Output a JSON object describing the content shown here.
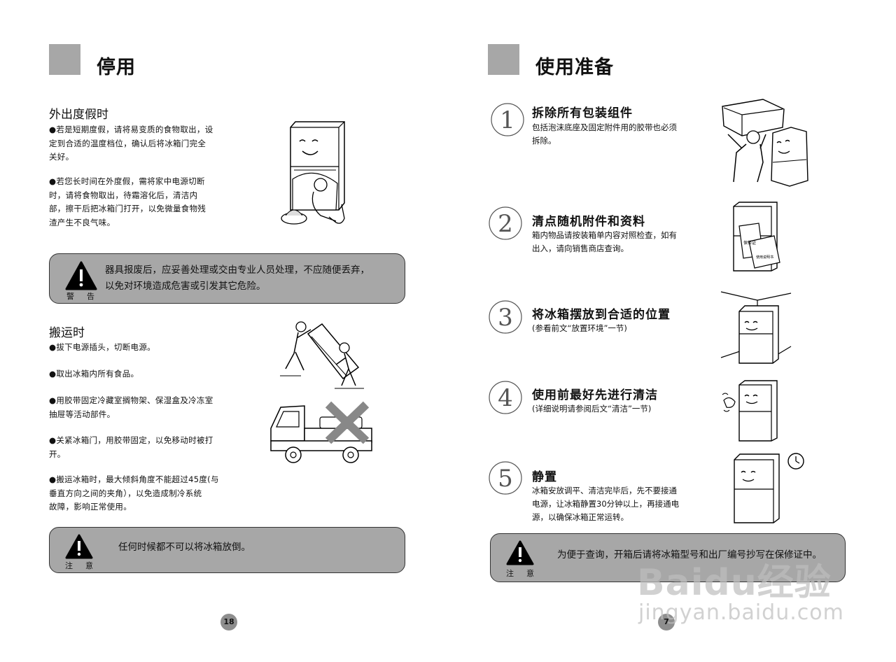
{
  "left": {
    "title": "停用",
    "vacation": {
      "heading": "外出度假时",
      "p1": "●若是短期度假，请将易变质的食物取出，设\n  定到合适的温度档位，确认后将冰箱门完全\n  关好。",
      "p2": "●若您长时间在外度假，需将家中电源切断\n  时，请将食物取出，待霜溶化后，清洁内\n  部，擦干后把冰箱门打开，以免微量食物残\n  渣产生不良气味。"
    },
    "warning": {
      "text": "器具报废后，应妥善处理或交由专业人员处理，不应随便丢弃，\n以免对环境造成危害或引发其它危险。",
      "label": "警告"
    },
    "moving": {
      "heading": "搬运时",
      "items": [
        "●拔下电源插头，切断电源。",
        "●取出冰箱内所有食品。",
        "●用胶带固定冷藏室搁物架、保湿盒及冷冻室\n  抽屉等活动部件。",
        "●关紧冰箱门，用胶带固定，以免移动时被打\n  开。",
        "●搬运冰箱时，最大倾斜角度不能超过45度(与\n  垂直方向之间的夹角），以免造成制冷系统\n  故障，影响正常使用。"
      ]
    },
    "notice": {
      "text": "任何时候都不可以将冰箱放倒。",
      "label": "注意"
    },
    "page": "18"
  },
  "right": {
    "title": "使用准备",
    "steps": [
      {
        "num": "1",
        "title": "拆除所有包装组件",
        "desc": "包括泡沫底座及固定附件用的胶带也必须\n拆除。"
      },
      {
        "num": "2",
        "title": "清点随机附件和资料",
        "desc": "箱内物品请按装箱单内容对照检查，如有\n出入，请向销售商店查询。"
      },
      {
        "num": "3",
        "title": "将冰箱摆放到合适的位置",
        "desc": "(参看前文“放置环境”一节)"
      },
      {
        "num": "4",
        "title": "使用前最好先进行清洁",
        "desc": "(详细说明请参阅后文“清洁”一节)"
      },
      {
        "num": "5",
        "title": "静置",
        "desc": "冰箱安放调平、清洁完毕后，先不要接通\n电源，让冰箱静置30分钟以上，再接通电\n源，以确保冰箱正常运转。"
      }
    ],
    "docs": {
      "card1": "保修证",
      "card2": "使用说明书"
    },
    "notice": {
      "text": "为便于查询，开箱后请将冰箱型号和出厂编号抄写在保修证中。",
      "label": "注意"
    },
    "page": "7"
  },
  "watermark": {
    "brand": "Baidu经验",
    "url": "jingyan.baidu.com"
  },
  "colors": {
    "gray": "#a7a7a7",
    "page_circle": "#8e8e8e"
  }
}
